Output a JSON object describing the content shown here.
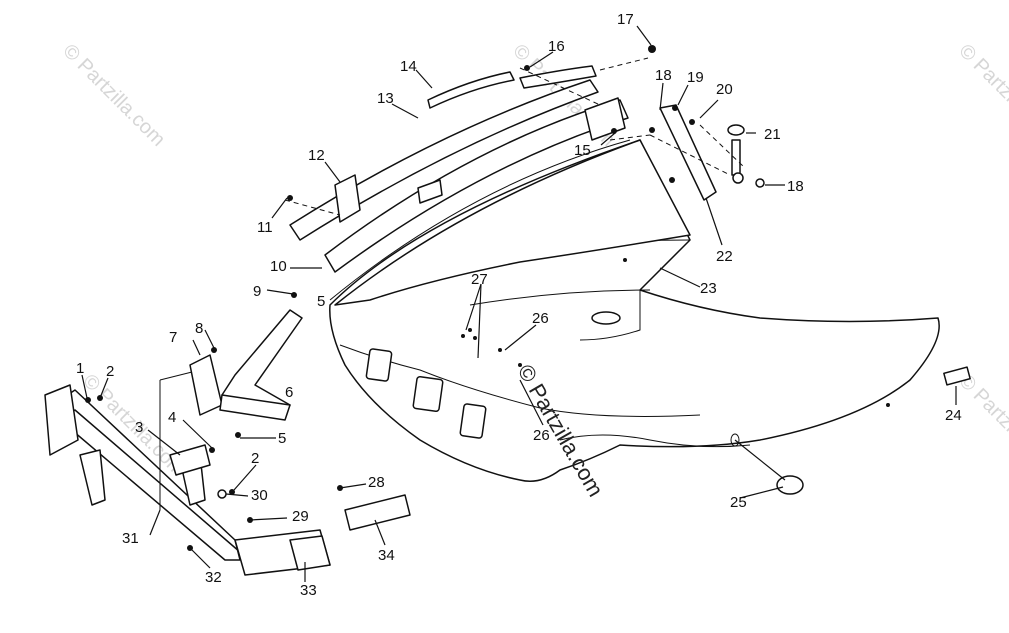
{
  "watermark": {
    "text": "© Partzilla.com"
  },
  "callouts": [
    "1",
    "2",
    "3",
    "4",
    "5",
    "6",
    "7",
    "8",
    "9",
    "10",
    "11",
    "12",
    "13",
    "14",
    "15",
    "16",
    "17",
    "18",
    "19",
    "20",
    "21",
    "22",
    "23",
    "24",
    "25",
    "26",
    "27",
    "28",
    "29",
    "30",
    "31",
    "32",
    "33",
    "34"
  ],
  "repeat_labels": {
    "label_2b": "2",
    "label_5b": "5",
    "label_18b": "18",
    "label_26b": "26"
  }
}
